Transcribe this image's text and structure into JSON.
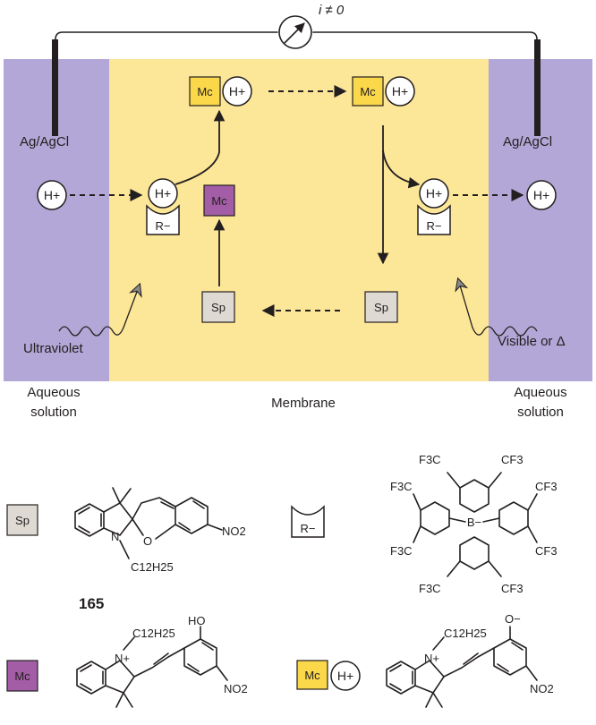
{
  "labels": {
    "current": "i ≠ 0",
    "electrode_left": "Ag/AgCl",
    "electrode_right": "Ag/AgCl",
    "ultraviolet": "Ultraviolet",
    "visible": "Visible or Δ",
    "aqueous_left_1": "Aqueous",
    "aqueous_left_2": "solution",
    "aqueous_right_1": "Aqueous",
    "aqueous_right_2": "solution",
    "membrane": "Membrane"
  },
  "species": {
    "proton": "H+",
    "merocyanine": "Mc",
    "spiropyran": "Sp",
    "anion": "R−"
  },
  "legend": {
    "sp": "Sp",
    "mc": "Mc",
    "mc_h_mc": "Mc",
    "mc_h_h": "H+",
    "anion": "R−",
    "compound_number": "165"
  },
  "chemistry": {
    "alkyl": "C12H25",
    "nitro": "NO2",
    "ring_o": "O",
    "ring_n": "N",
    "cation_n": "N+",
    "hydroxy": "HO",
    "phenoxide": "O−",
    "boron": "B−",
    "cf3": "CF3",
    "f3c": "F3C"
  },
  "colors": {
    "membrane": "#fce697",
    "aqueous": "#b2a7d6",
    "mc_yellow": "#fbd74a",
    "mc_purple": "#a35da6",
    "sp_gray": "#dedad3",
    "ink": "#231f20"
  }
}
